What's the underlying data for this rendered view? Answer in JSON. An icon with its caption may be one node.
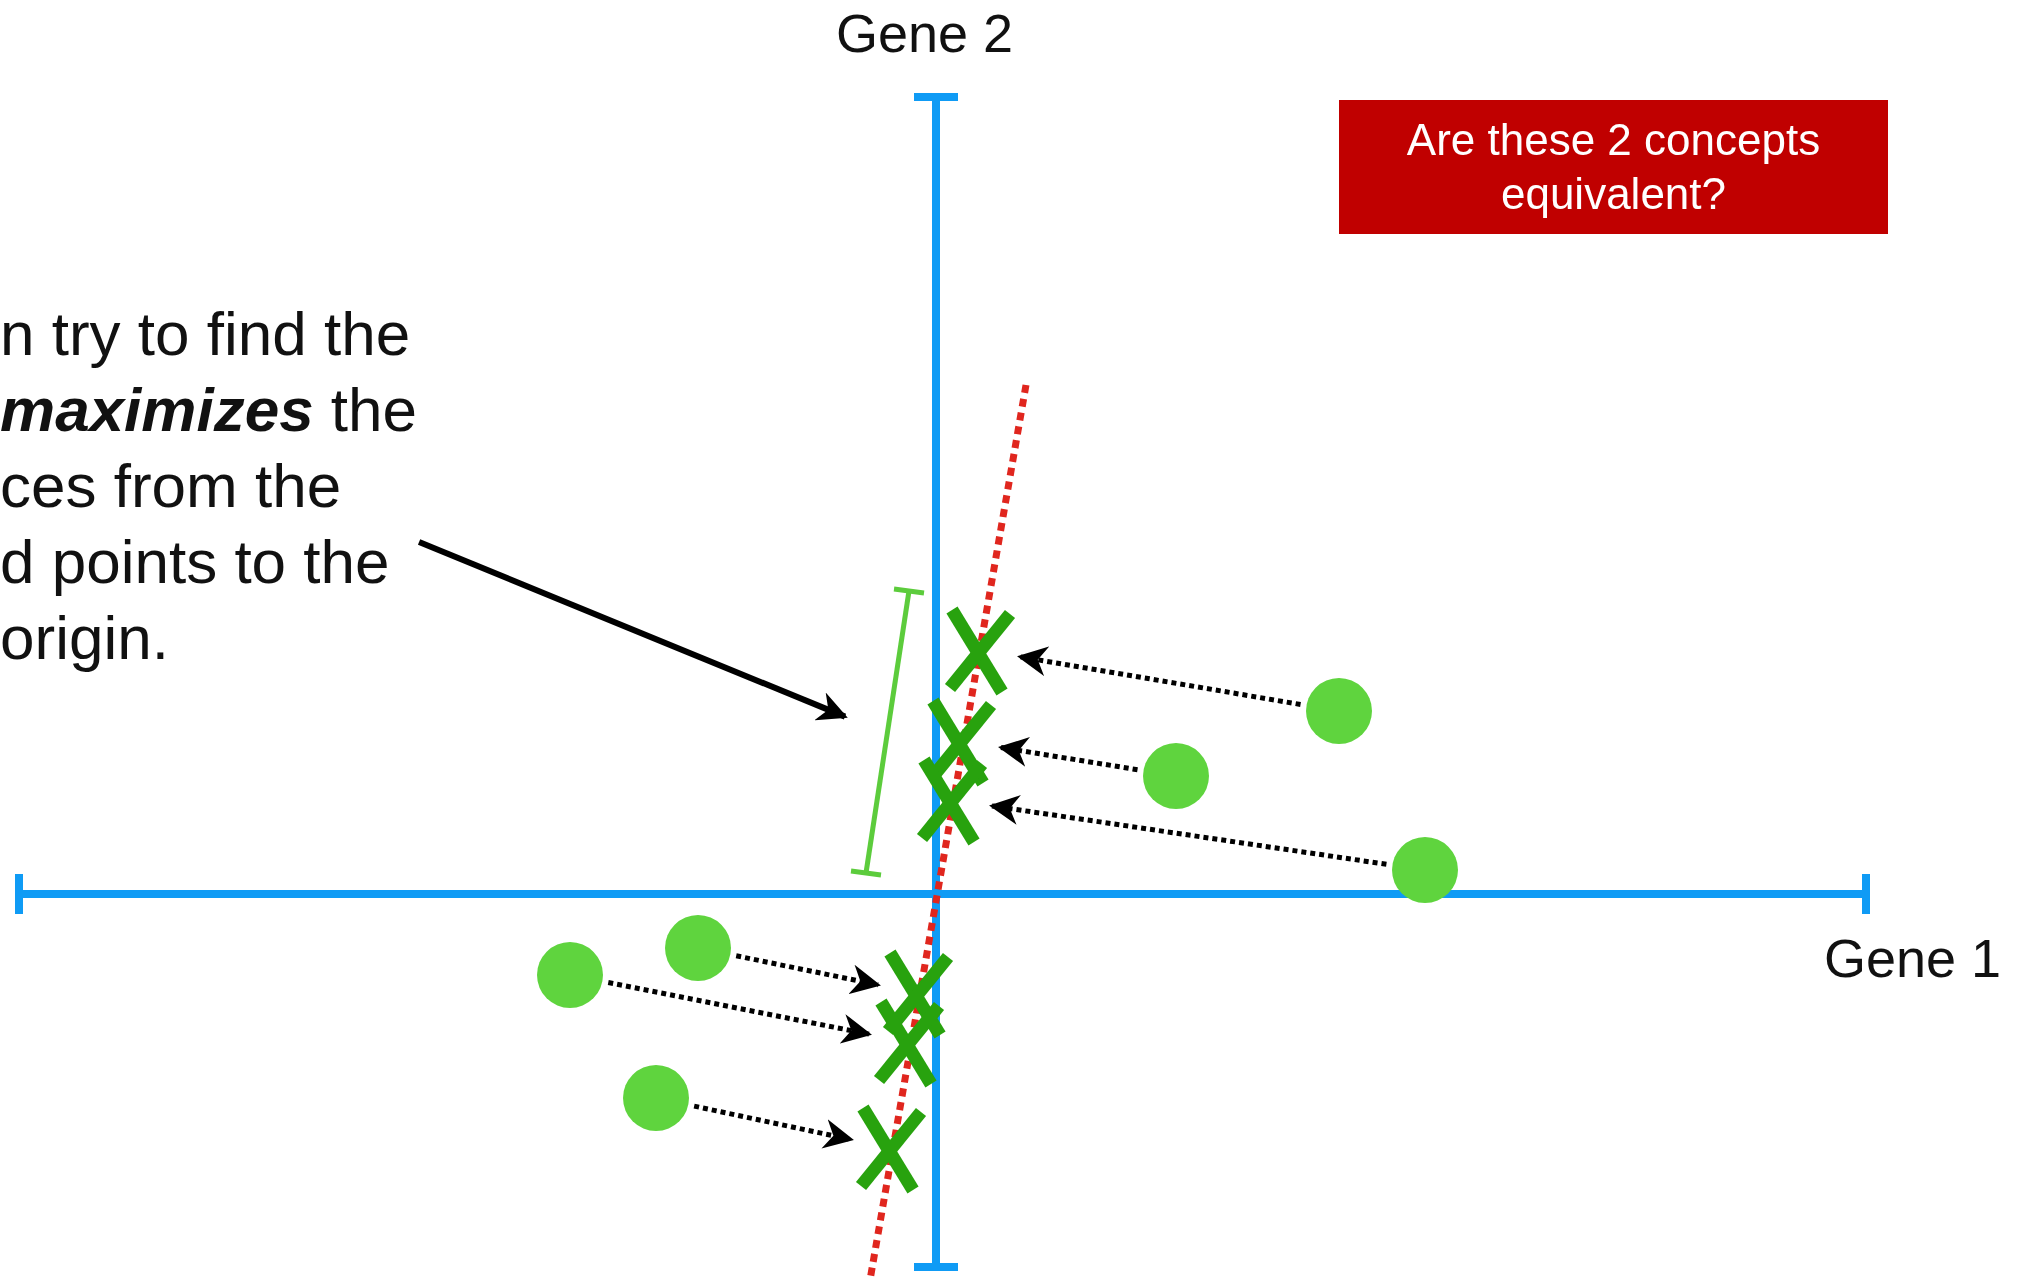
{
  "diagram": {
    "nodes": [
      {
        "text": [
          "n try to find the **maximizes** the ces from the d points to the origin."
        ]
      },
      {
        "text": [
          "Are these 2 concepts equivalent?"
        ]
      },
      {
        "text": [],
        "shape": "circle"
      },
      {
        "text": [],
        "shape": "circle"
      },
      {
        "text": [],
        "shape": "circle"
      },
      {
        "text": [],
        "shape": "circle"
      },
      {
        "text": [],
        "shape": "circle"
      },
      {
        "text": [],
        "shape": "circle"
      },
      {
        "text": [],
        "shape": "cross"
      },
      {
        "text": [],
        "shape": "cross"
      },
      {
        "text": [],
        "shape": "cross"
      },
      {
        "text": [],
        "shape": "cross"
      },
      {
        "text": [],
        "shape": "cross"
      },
      {
        "text": [],
        "shape": "cross"
      },
      {
        "text": [],
        "shape": "bar"
      }
    ],
    "edges": [
      {
        "from": 0,
        "to": 14,
        "arrow": "to"
      },
      {
        "from": 2,
        "to": 8,
        "arrow": "to",
        "style": "dashed"
      },
      {
        "from": 3,
        "to": 9,
        "arrow": "to",
        "style": "dashed"
      },
      {
        "from": 4,
        "to": 10,
        "arrow": "to",
        "style": "dashed"
      },
      {
        "from": 5,
        "to": 11,
        "arrow": "to",
        "style": "dashed"
      },
      {
        "from": 6,
        "to": 12,
        "arrow": "to",
        "style": "dashed"
      },
      {
        "from": 7,
        "to": 13,
        "arrow": "to",
        "style": "dashed"
      }
    ],
    "labels": [
      "Gene 2",
      "Gene 1"
    ]
  }
}
